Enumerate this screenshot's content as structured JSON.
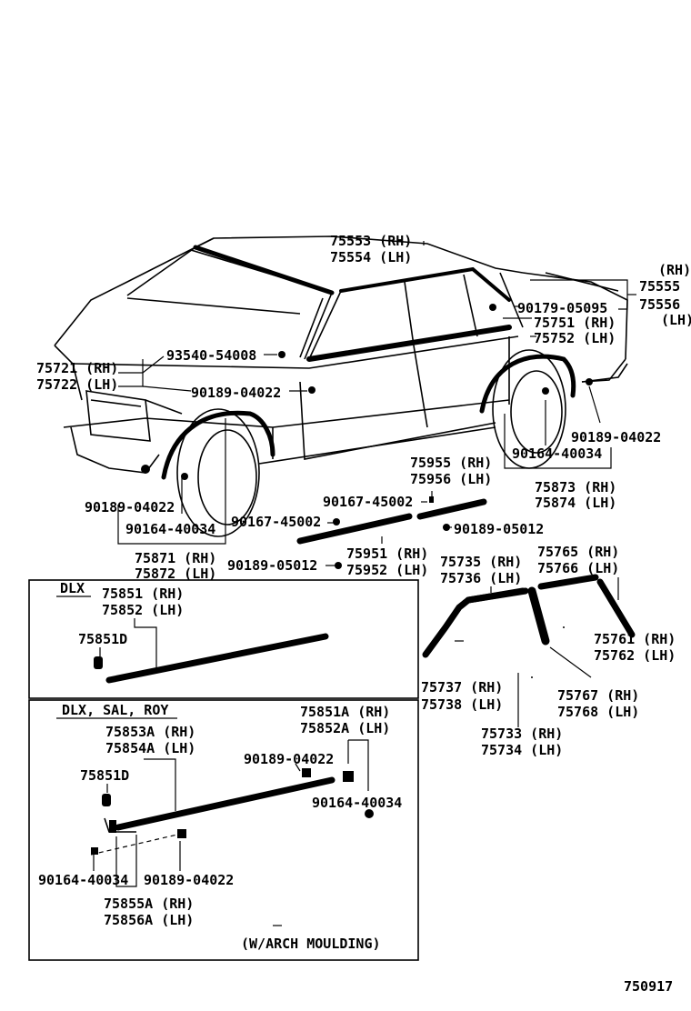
{
  "labels": {
    "p75553": "75553 (RH)",
    "p75554": "75554 (LH)",
    "rh_top": "(RH)",
    "p75555": "75555",
    "p75556": "75556",
    "lh_top": "(LH)",
    "p90179": "90179-05095",
    "p75751": "75751 (RH)",
    "p75752": "75752 (LH)",
    "p93540": "93540-54008",
    "p75721": "75721 (RH)",
    "p75722": "75722 (LH)",
    "p90189_a": "90189-04022",
    "p90189_b": "90189-04022",
    "p90164_a": "90164-40034",
    "p75873": "75873 (RH)",
    "p75874": "75874 (LH)",
    "p75955": "75955 (RH)",
    "p75956": "75956 (LH)",
    "p90167_a": "90167-45002",
    "p90167_b": "90167-45002",
    "p90189_c": "90189-04022",
    "p90164_b": "90164-40034",
    "p90189_05012_a": "90189-05012",
    "p90189_05012_b": "90189-05012",
    "p75871": "75871 (RH)",
    "p75872": "75872 (LH)",
    "p75951": "75951 (RH)",
    "p75952": "75952 (LH)",
    "p75735": "75735 (RH)",
    "p75736": "75736 (LH)",
    "p75765": "75765 (RH)",
    "p75766": "75766 (LH)",
    "p75761": "75761 (RH)",
    "p75762": "75762 (LH)",
    "p75737": "75737 (RH)",
    "p75738": "75738 (LH)",
    "p75767": "75767 (RH)",
    "p75768": "75768 (LH)",
    "p75733": "75733 (RH)",
    "p75734": "75734 (LH)",
    "dlx": "DLX",
    "p75851": "75851 (RH)",
    "p75852": "75852 (LH)",
    "p75851d_a": "75851D",
    "dlx_sal_roy": "DLX, SAL, ROY",
    "p75851a": "75851A (RH)",
    "p75852a": "75852A (LH)",
    "p75853a": "75853A (RH)",
    "p75854a": "75854A (LH)",
    "p90189_d": "90189-04022",
    "p75851d_b": "75851D",
    "p90164_c": "90164-40034",
    "p90164_d": "90164-40034",
    "p90189_e": "90189-04022",
    "p75855a": "75855A (RH)",
    "p75856a": "75856A (LH)",
    "arch_note": "(W/ARCH MOULDING)",
    "diagram_no": "750917"
  }
}
